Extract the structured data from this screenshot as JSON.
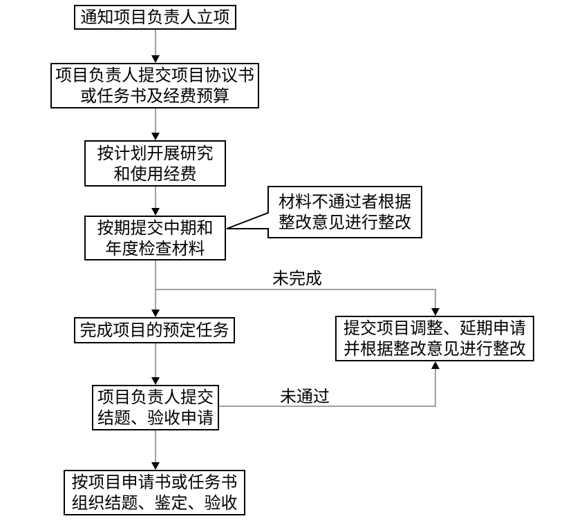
{
  "page": {
    "background": "#ffffff"
  },
  "colors": {
    "box_border": "#000000",
    "box_fill": "#ffffff",
    "connector_line": "#7f7f7f",
    "arrowhead": "#000000",
    "text": "#000000"
  },
  "nodes": {
    "notify": {
      "lines": [
        "通知项目负责人立项"
      ]
    },
    "submit_agreement": {
      "lines": [
        "项目负责人提交项目协议书",
        "或任务书及经费预算"
      ]
    },
    "conduct_research": {
      "lines": [
        "按计划开展研究",
        "和使用经费"
      ]
    },
    "submit_midterm": {
      "lines": [
        "按期提交中期和",
        "年度检查材料"
      ]
    },
    "rectify_callout": {
      "lines": [
        "材料不通过者根据",
        "整改意见进行整改"
      ]
    },
    "complete_tasks": {
      "lines": [
        "完成项目的预定任务"
      ]
    },
    "adjust_postpone": {
      "lines": [
        "提交项目调整、延期申请",
        "并根据整改意见进行整改"
      ]
    },
    "submit_closure": {
      "lines": [
        "项目负责人提交",
        "结题、验收申请"
      ]
    },
    "organize_acceptance": {
      "lines": [
        "按项目申请书或任务书",
        "组织结题、鉴定、验收"
      ]
    }
  },
  "edge_labels": {
    "not_completed": "未完成",
    "not_passed": "未通过"
  }
}
